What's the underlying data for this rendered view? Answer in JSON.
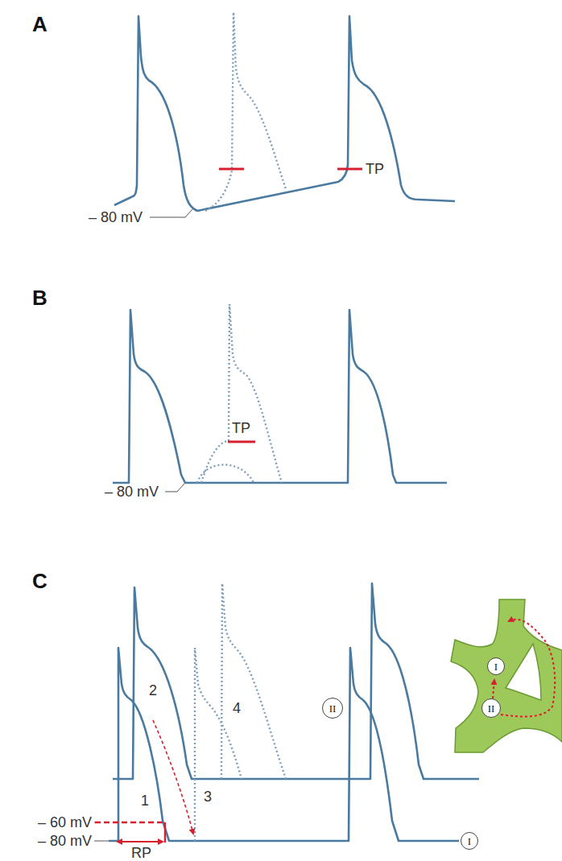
{
  "diagram": {
    "nodes": [
      {
        "text": [
          "II"
        ]
      },
      {
        "text": [
          "I"
        ]
      },
      {
        "text": [
          "I"
        ]
      },
      {
        "text": [
          "II"
        ]
      }
    ],
    "labels": [
      "A",
      "– 80 mV",
      "TP",
      "B",
      "TP",
      "– 80 mV",
      "C",
      "2",
      "4",
      "1",
      "3",
      "– 60 mV",
      "– 80 mV",
      "RP"
    ]
  }
}
